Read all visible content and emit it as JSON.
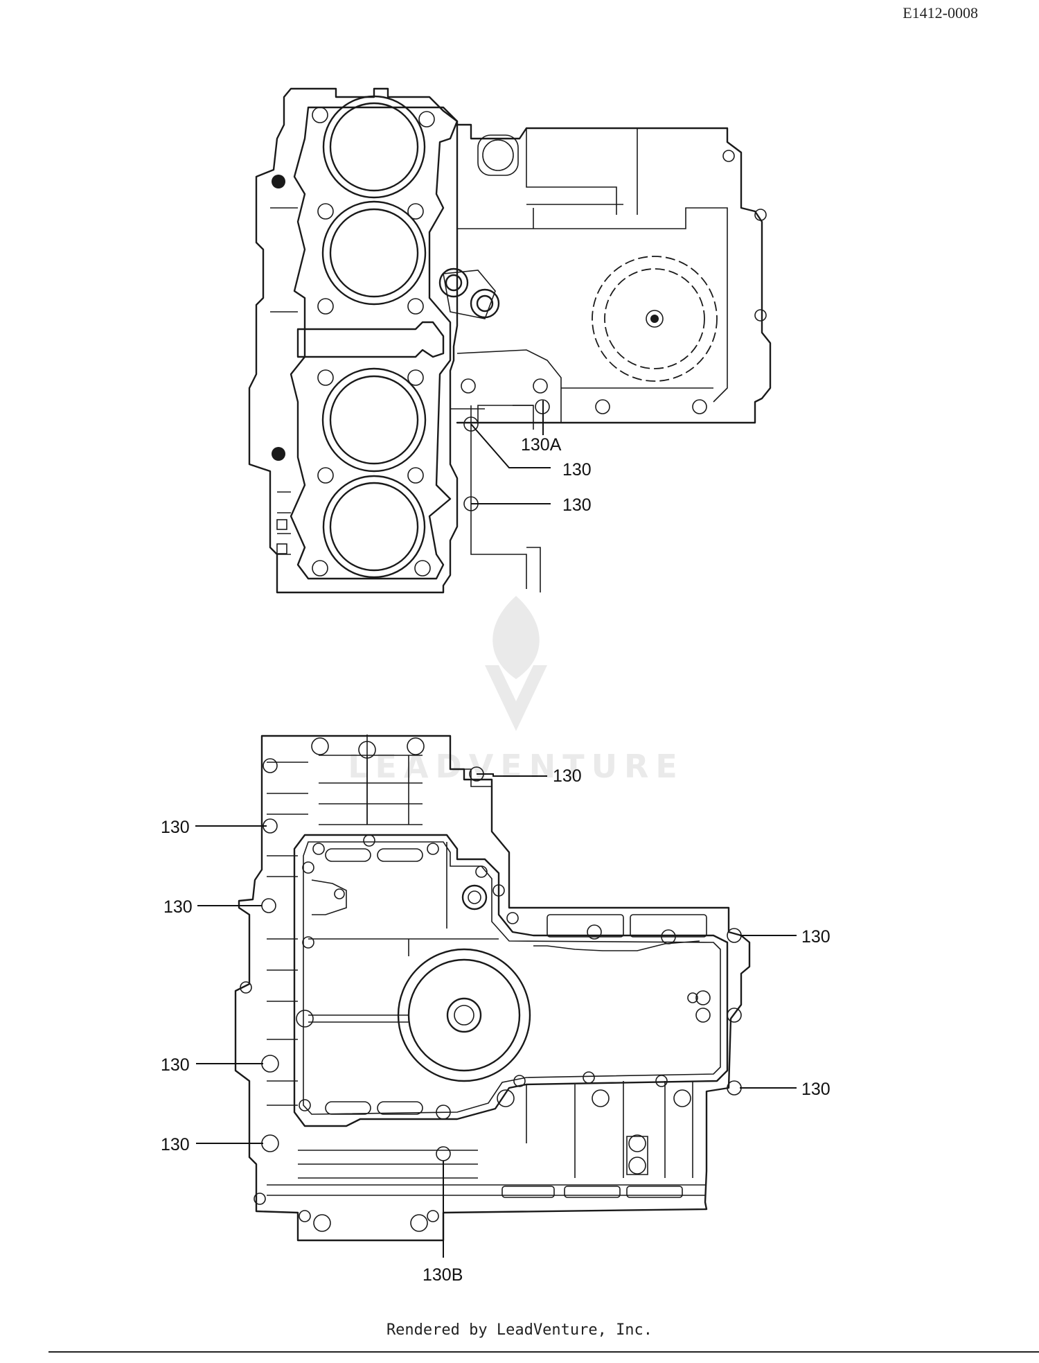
{
  "document": {
    "id": "E1412-0008",
    "footer": "Rendered by LeadVenture, Inc."
  },
  "watermark": {
    "text": "LEADVENTURE",
    "color": "#d9d9d9"
  },
  "callouts": {
    "c130A": "130A",
    "c130_a": "130",
    "c130_b": "130",
    "c130_c": "130",
    "c130_d": "130",
    "c130_e": "130",
    "c130_f": "130",
    "c130_g": "130",
    "c130_h": "130",
    "c130_i": "130",
    "c130B": "130B"
  }
}
